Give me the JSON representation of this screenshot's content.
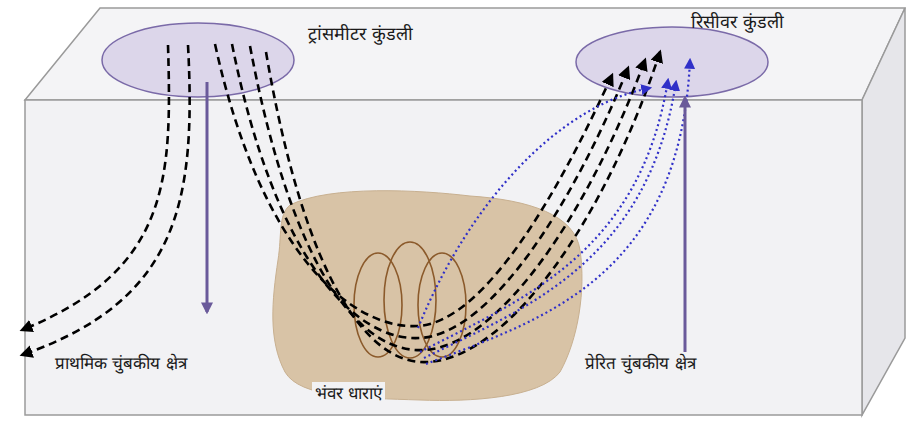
{
  "diagram": {
    "labels": [
      "ट्रांसमीटर कुंडली",
      "रिसीवर कुंडली",
      "प्राथमिक चुंबकीय क्षेत्र",
      "प्रेरित चुंबकीय क्षेत्र",
      "भंवर धाराएं"
    ]
  }
}
